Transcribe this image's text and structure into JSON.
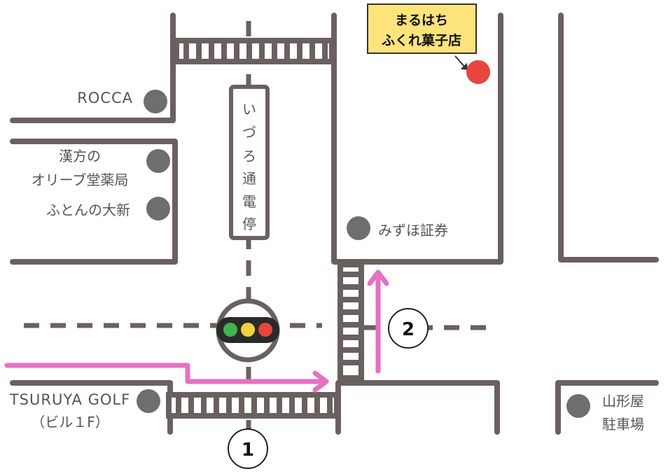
{
  "shop": {
    "line1": "まるはち",
    "line2": "ふくれ菓子店",
    "box_color": "#fde47a",
    "marker_color": "#e8453c"
  },
  "tram_stop": {
    "chars": [
      "い",
      "づ",
      "ろ",
      "通",
      "電",
      "停"
    ]
  },
  "landmarks": {
    "rocca": "ROCCA",
    "kanpo_line1": "漢方の",
    "kanpo_line2": "オリーブ堂薬局",
    "futon": "ふとんの大新",
    "mizuho": "みずほ証券",
    "tsuruya_line1": "TSURUYA GOLF",
    "tsuruya_line2": "（ビル１F）",
    "parking_line1": "山形屋",
    "parking_line2": "駐車場"
  },
  "steps": {
    "one": "1",
    "two": "2"
  },
  "colors": {
    "road": "#6b6060",
    "route": "#e86fc3",
    "landmark_dot": "#6e6e6e",
    "signal_green": "#3cb54a",
    "signal_yellow": "#f2d13c",
    "signal_red": "#e8453c"
  }
}
